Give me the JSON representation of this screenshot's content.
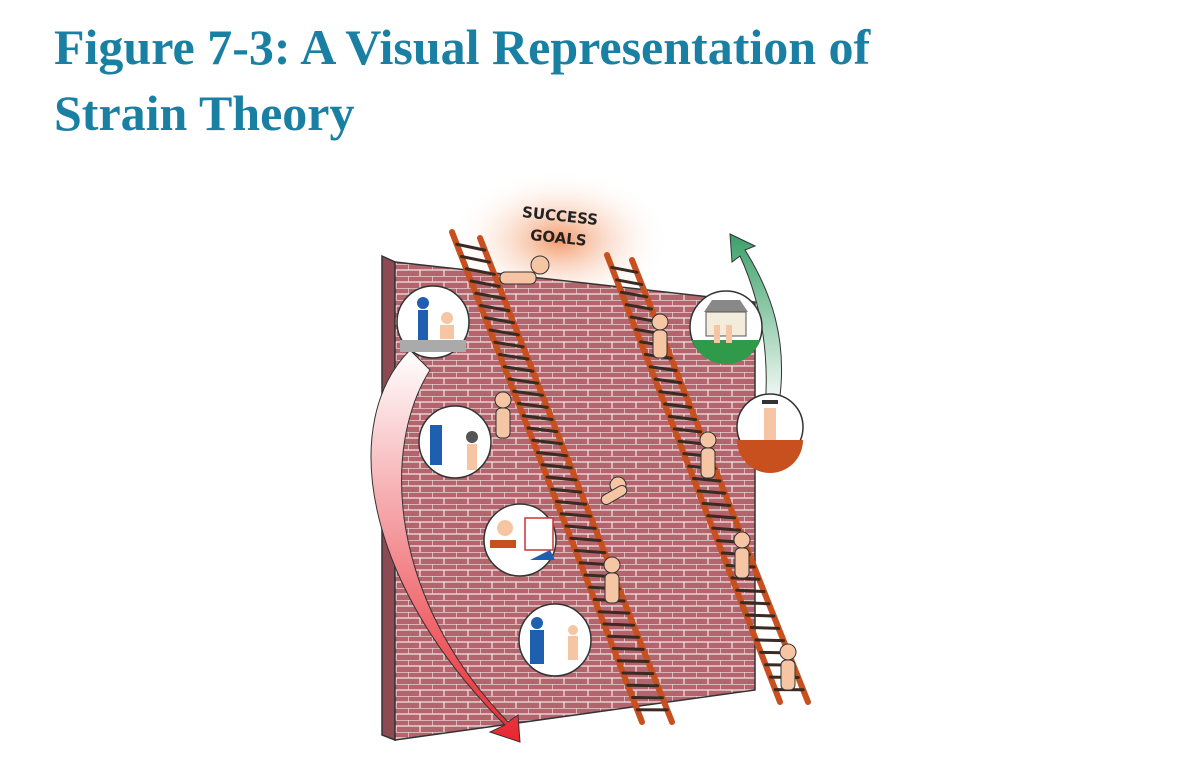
{
  "figure": {
    "title_line1": "Figure 7-3: A Visual Representation of",
    "title_line2": "Strain Theory",
    "goal_label_line1": "SUCCESS",
    "goal_label_line2": "GOALS"
  },
  "colors": {
    "title": "#1a80a3",
    "wall": "#b4646c",
    "ladder": "#c8501e",
    "deviance_arrow": "#e8262e",
    "conformity_arrow": "#3aa068"
  }
}
